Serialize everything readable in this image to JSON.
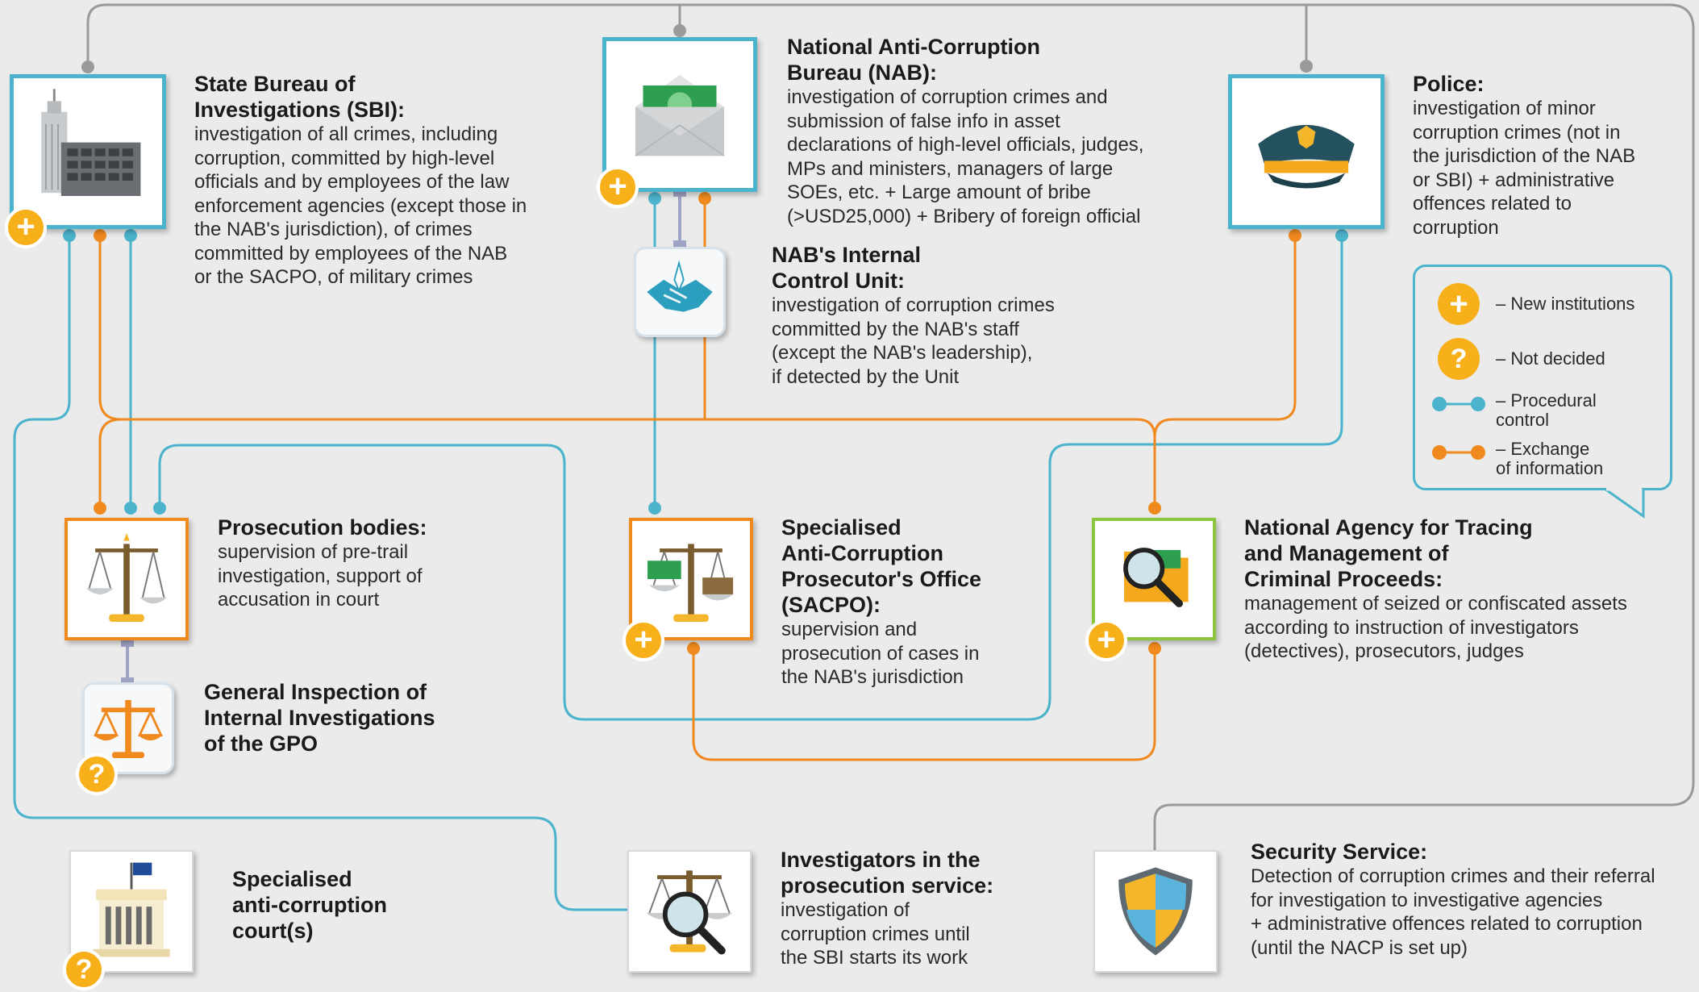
{
  "colors": {
    "procedural": "#4bb3cc",
    "exchange": "#f08a1f",
    "badge": "#f7b01a",
    "new_border": "#8cc63f"
  },
  "nodes": {
    "sbi": {
      "title": "State Bureau of\nInvestigations (SBI):",
      "desc": "investigation of all crimes, including\ncorruption, committed by high-level\nofficials and by employees of the law\nenforcement agencies (except those in\nthe NAB's jurisdiction), of crimes\ncommitted by employees of the NAB\nor the SACPO, of military crimes",
      "icon": "office-building-icon",
      "badge": "new"
    },
    "nab": {
      "title": "National Anti-Corruption\nBureau (NAB):",
      "desc": "investigation of corruption crimes and\nsubmission of false info in asset\ndeclarations of high-level officials, judges,\nMPs and ministers, managers of large\nSOEs, etc. + Large amount of bribe\n(>USD25,000) + Bribery of foreign official",
      "icon": "money-envelope-icon",
      "badge": "new"
    },
    "police": {
      "title": "Police:",
      "desc": "investigation of minor\ncorruption crimes (not in\nthe jurisdiction of the NAB\nor SBI) + administrative\noffences related to\ncorruption",
      "icon": "police-cap-icon"
    },
    "nab_icu": {
      "title": "NAB's Internal\nControl Unit:",
      "desc": "investigation of corruption crimes\ncommitted by the NAB's staff\n(except the NAB's leadership),\nif detected by the Unit",
      "icon": "handshake-icon"
    },
    "prosecution": {
      "title": "Prosecution bodies:",
      "desc": "supervision of pre-trail\ninvestigation, support of\naccusation in court",
      "icon": "scales-icon"
    },
    "sacpo": {
      "title": "Specialised\nAnti-Corruption\nProsecutor's Office\n(SACPO):",
      "desc": "supervision and\nprosecution of cases in\nthe NAB's jurisdiction",
      "icon": "scales-money-icon",
      "badge": "new"
    },
    "arma": {
      "title": "National Agency for Tracing\nand Management of\nCriminal Proceeds:",
      "desc": "management of seized or confiscated assets\naccording to instruction of investigators\n(detectives), prosecutors, judges",
      "icon": "magnifier-folder-icon",
      "badge": "new"
    },
    "gigpo": {
      "title": "General Inspection of\nInternal Investigations\nof the GPO",
      "desc": "",
      "icon": "orange-scales-icon",
      "badge": "not-decided"
    },
    "court": {
      "title": "Specialised\nanti-corruption\ncourt(s)",
      "desc": "",
      "icon": "courthouse-icon",
      "badge": "not-decided"
    },
    "investigators": {
      "title": "Investigators in the\nprosecution service:",
      "desc": "investigation of\ncorruption crimes until\nthe SBI starts its work",
      "icon": "scales-magnifier-icon"
    },
    "security": {
      "title": "Security Service:",
      "desc": "Detection of corruption crimes and their referral\nfor investigation to investigative agencies\n+ administrative offences related to corruption\n(until the NACP is set up)",
      "icon": "shield-icon"
    }
  },
  "legend": {
    "new": "– New institutions",
    "not_decided": "– Not decided",
    "procedural": "– Procedural\ncontrol",
    "exchange": "– Exchange\nof information"
  },
  "glyphs": {
    "plus": "+",
    "question": "?"
  }
}
